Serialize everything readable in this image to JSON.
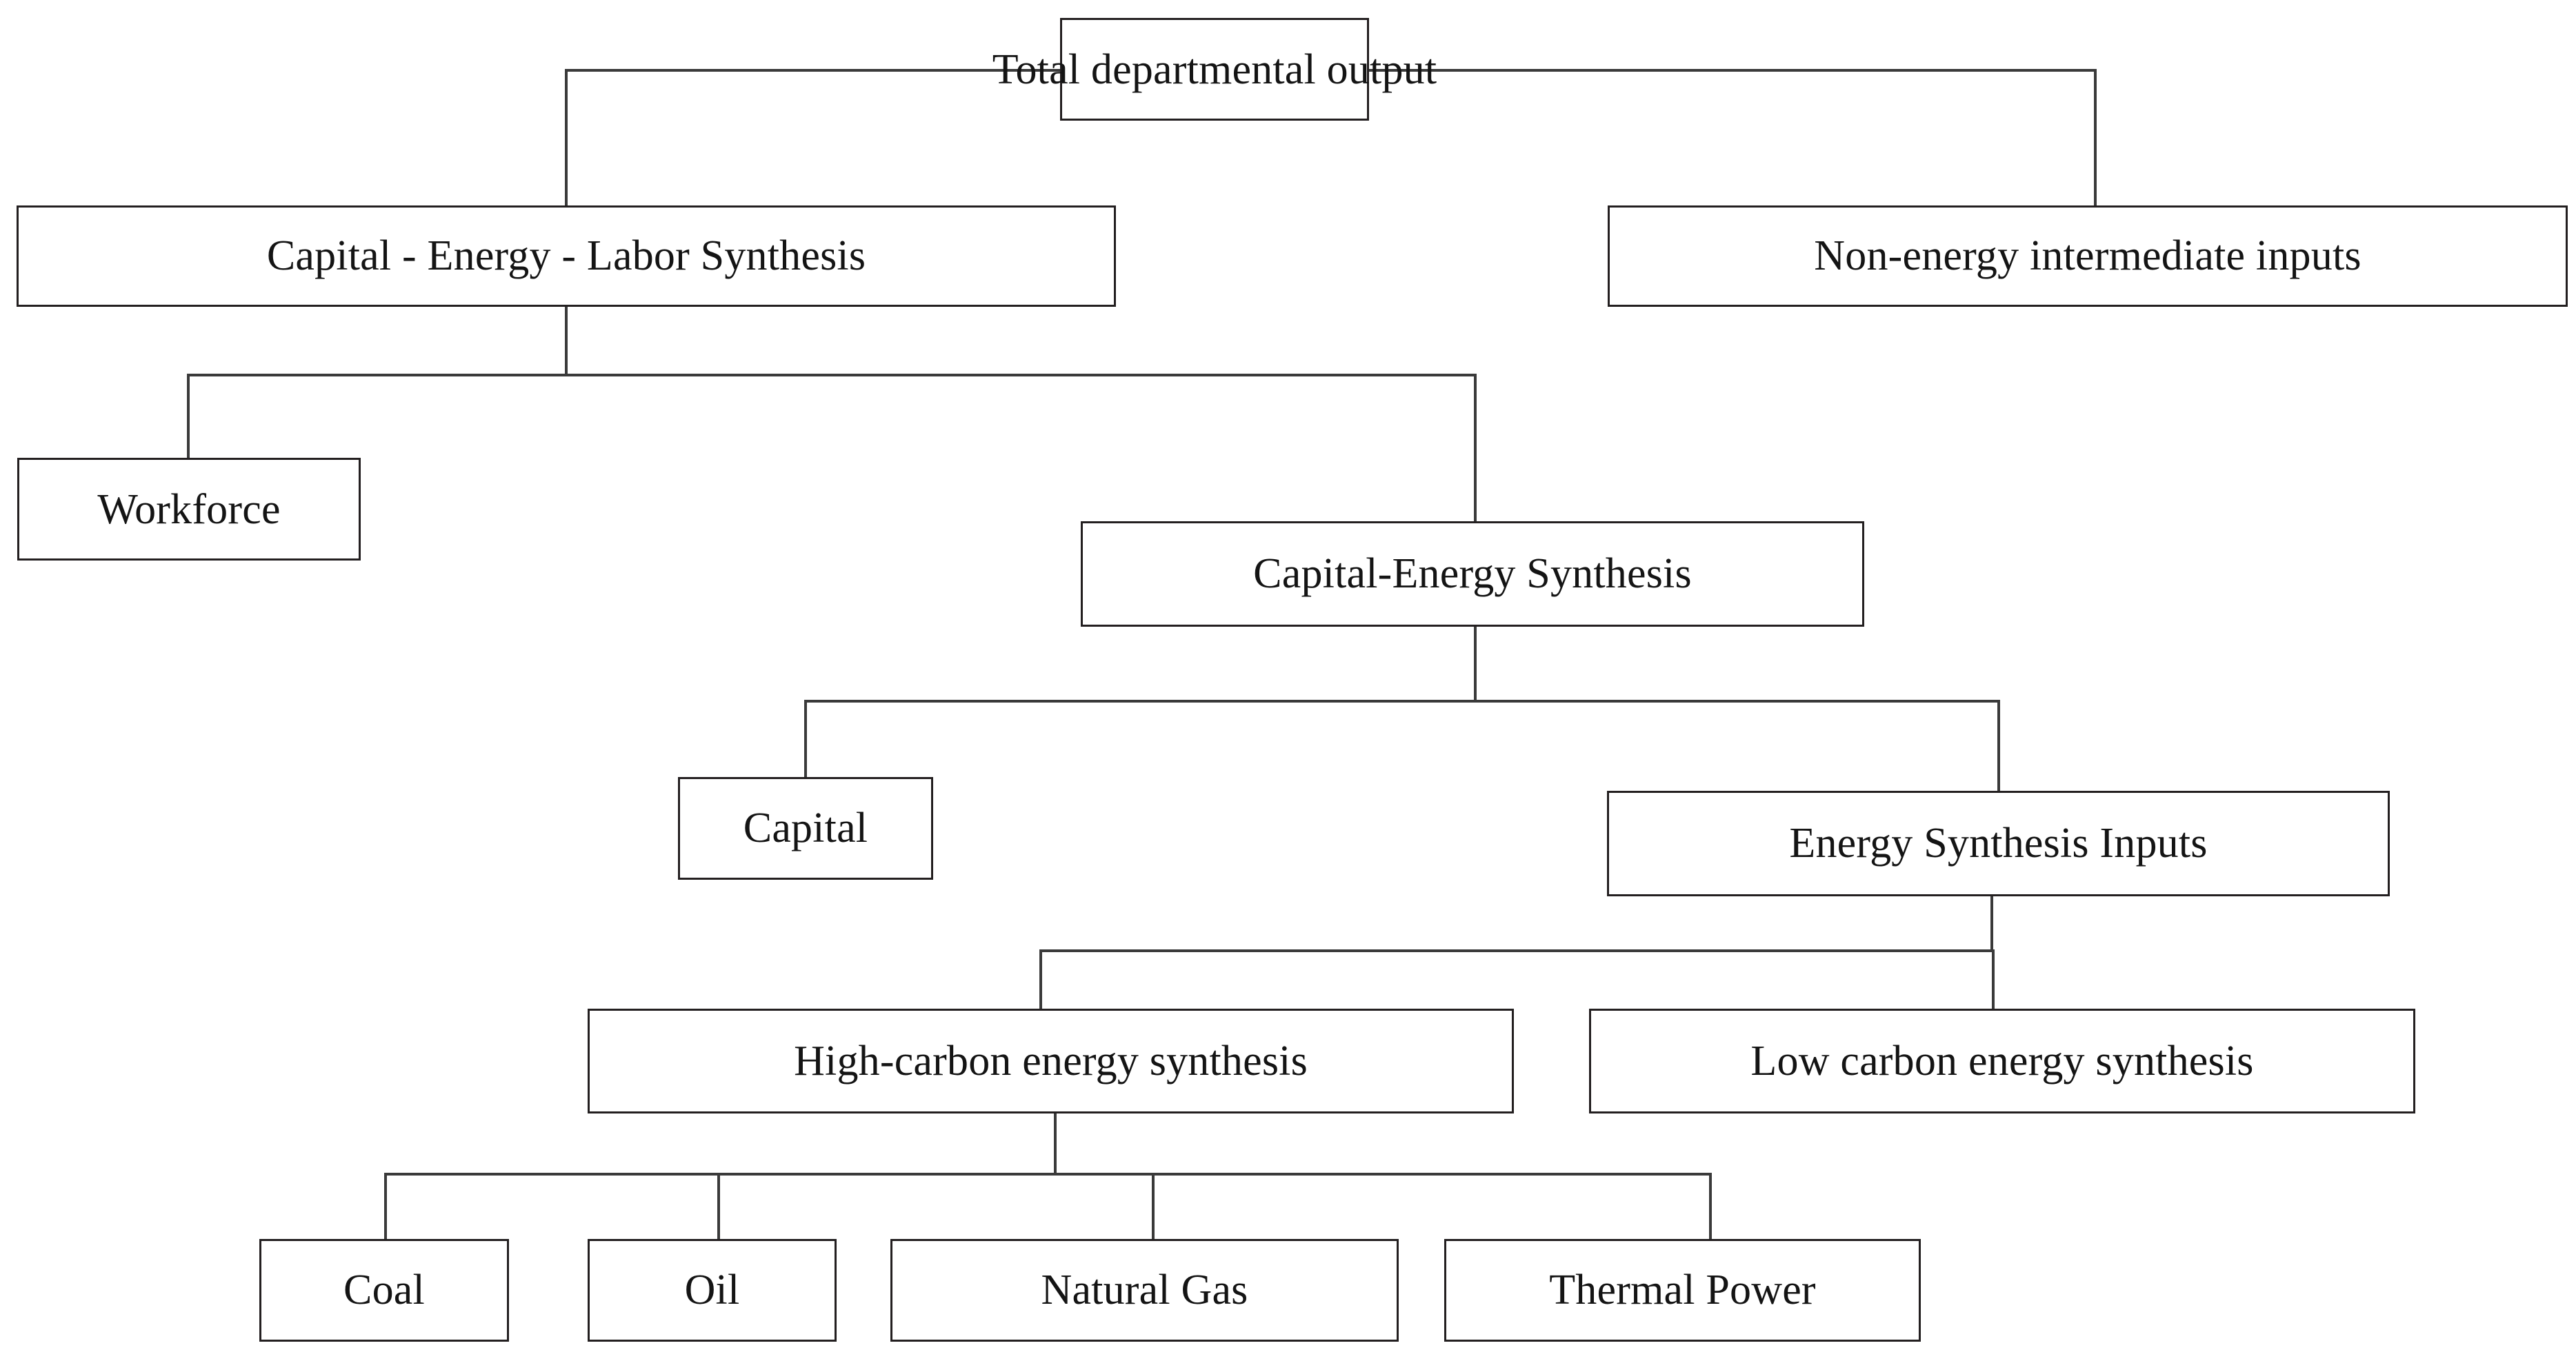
{
  "diagram": {
    "title_text": "Total departmental output",
    "type": "hierarchical-tree",
    "orientation": "top-down",
    "background_color": "#ffffff",
    "box_border_color": "#231f20",
    "connector_color": "#3a3a3a",
    "text_color": "#141414",
    "nodes": [
      {
        "id": "total-departmental-output",
        "label": "Total departmental output",
        "level": 1
      },
      {
        "id": "capital-energy-labor-synthesis",
        "label": "Capital - Energy - Labor Synthesis",
        "level": 2
      },
      {
        "id": "non-energy-intermediate-inputs",
        "label": "Non-energy intermediate inputs",
        "level": 2
      },
      {
        "id": "workforce",
        "label": "Workforce",
        "level": 3
      },
      {
        "id": "capital-energy-synthesis",
        "label": "Capital-Energy Synthesis",
        "level": 3
      },
      {
        "id": "capital",
        "label": "Capital",
        "level": 4
      },
      {
        "id": "energy-synthesis-inputs",
        "label": "Energy Synthesis Inputs",
        "level": 4
      },
      {
        "id": "high-carbon-energy-synthesis",
        "label": "High-carbon energy synthesis",
        "level": 5
      },
      {
        "id": "low-carbon-energy-synthesis",
        "label": "Low carbon energy synthesis",
        "level": 5
      },
      {
        "id": "coal",
        "label": "Coal",
        "level": 6
      },
      {
        "id": "oil",
        "label": "Oil",
        "level": 6
      },
      {
        "id": "natural-gas",
        "label": "Natural Gas",
        "level": 6
      },
      {
        "id": "thermal-power",
        "label": "Thermal Power",
        "level": 6
      }
    ],
    "edges": [
      {
        "from": "total-departmental-output",
        "to": "capital-energy-labor-synthesis"
      },
      {
        "from": "total-departmental-output",
        "to": "non-energy-intermediate-inputs"
      },
      {
        "from": "capital-energy-labor-synthesis",
        "to": "workforce"
      },
      {
        "from": "capital-energy-labor-synthesis",
        "to": "capital-energy-synthesis"
      },
      {
        "from": "capital-energy-synthesis",
        "to": "capital"
      },
      {
        "from": "capital-energy-synthesis",
        "to": "energy-synthesis-inputs"
      },
      {
        "from": "energy-synthesis-inputs",
        "to": "high-carbon-energy-synthesis"
      },
      {
        "from": "energy-synthesis-inputs",
        "to": "low-carbon-energy-synthesis"
      },
      {
        "from": "high-carbon-energy-synthesis",
        "to": "coal"
      },
      {
        "from": "high-carbon-energy-synthesis",
        "to": "oil"
      },
      {
        "from": "high-carbon-energy-synthesis",
        "to": "natural-gas"
      },
      {
        "from": "high-carbon-energy-synthesis",
        "to": "thermal-power"
      }
    ]
  }
}
